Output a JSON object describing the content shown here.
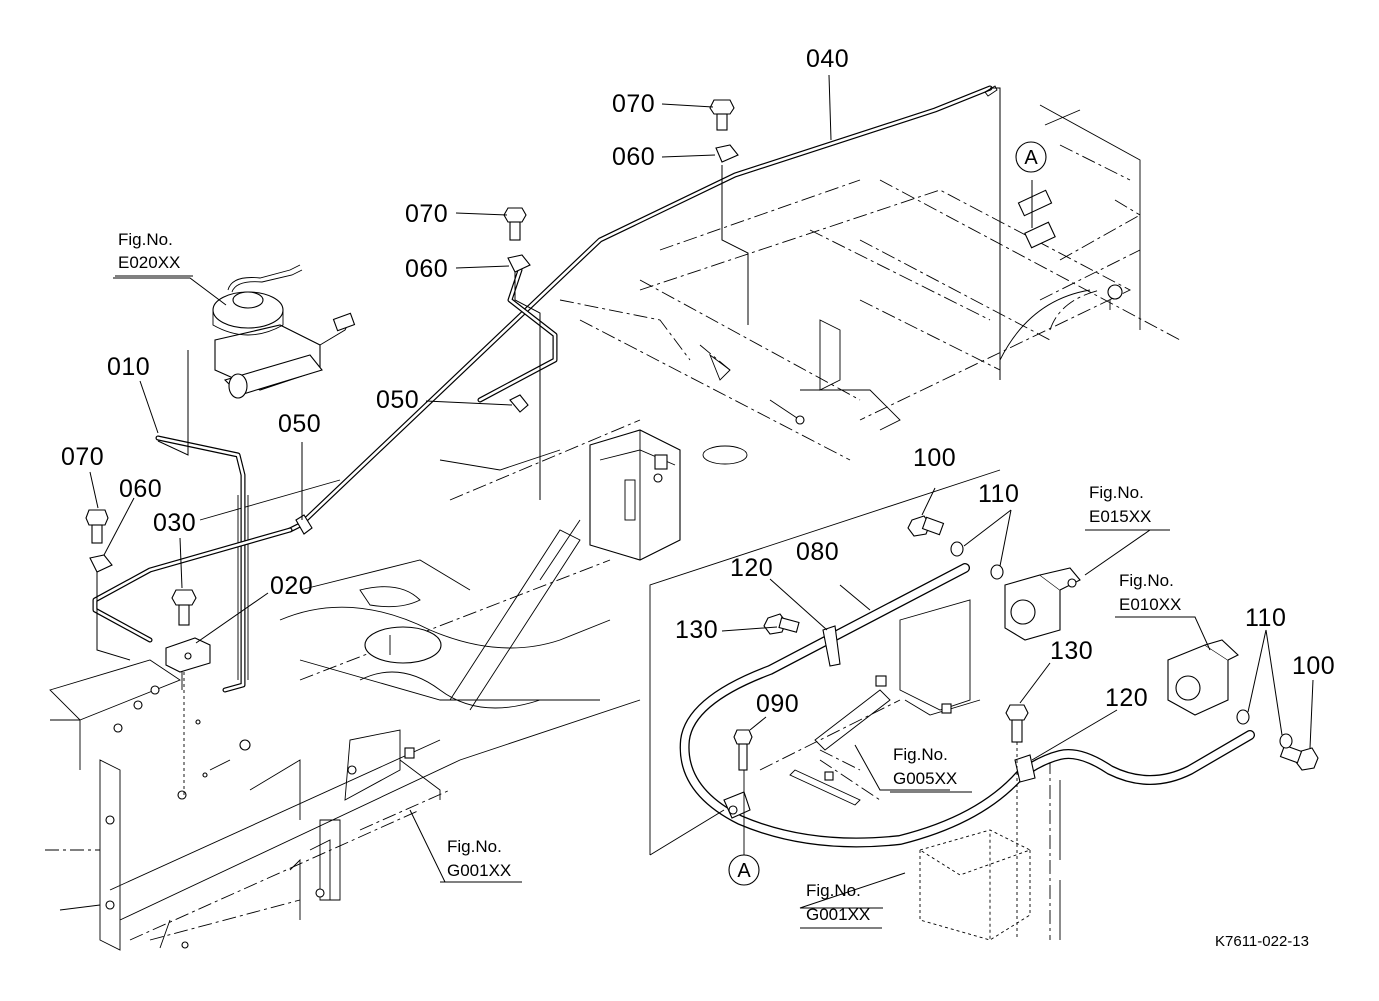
{
  "diagram": {
    "title": "Parts diagram – brake line assembly",
    "drawing_code": "K7611-022-13",
    "part_callouts": [
      {
        "id": "c040a",
        "label": "040"
      },
      {
        "id": "c070a",
        "label": "070"
      },
      {
        "id": "c060a",
        "label": "060"
      },
      {
        "id": "c070b",
        "label": "070"
      },
      {
        "id": "c060b",
        "label": "060"
      },
      {
        "id": "c050a",
        "label": "050"
      },
      {
        "id": "c010",
        "label": "010"
      },
      {
        "id": "c050b",
        "label": "050"
      },
      {
        "id": "c070c",
        "label": "070"
      },
      {
        "id": "c060c",
        "label": "060"
      },
      {
        "id": "c030",
        "label": "030"
      },
      {
        "id": "c020",
        "label": "020"
      },
      {
        "id": "c100a",
        "label": "100"
      },
      {
        "id": "c110a",
        "label": "110"
      },
      {
        "id": "c120a",
        "label": "120"
      },
      {
        "id": "c080",
        "label": "080"
      },
      {
        "id": "c130a",
        "label": "130"
      },
      {
        "id": "c090",
        "label": "090"
      },
      {
        "id": "c130b",
        "label": "130"
      },
      {
        "id": "c120b",
        "label": "120"
      },
      {
        "id": "c110b",
        "label": "110"
      },
      {
        "id": "c100b",
        "label": "100"
      }
    ],
    "figure_refs": [
      {
        "id": "E020XX",
        "line1": "Fig.No.",
        "line2": "E020XX"
      },
      {
        "id": "E015XX",
        "line1": "Fig.No.",
        "line2": "E015XX"
      },
      {
        "id": "E010XX",
        "line1": "Fig.No.",
        "line2": "E010XX"
      },
      {
        "id": "G005XX",
        "line1": "Fig.No.",
        "line2": "G005XX"
      },
      {
        "id": "G001XX_left",
        "line1": "Fig.No.",
        "line2": "G001XX"
      },
      {
        "id": "G001XX_right",
        "line1": "Fig.No.",
        "line2": "G001XX"
      }
    ],
    "reference_markers": [
      {
        "id": "A_top",
        "label": "A"
      },
      {
        "id": "A_bottom",
        "label": "A"
      }
    ]
  }
}
